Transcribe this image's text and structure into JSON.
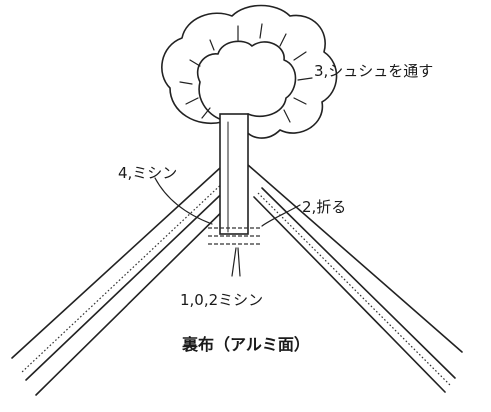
{
  "labels": {
    "step3": "3,シュシュを通す",
    "step4": "4,ミシン",
    "step2": "2,折る",
    "step1": "1,0,2ミシン",
    "fabric": "裏布（アルミ面）"
  }
}
